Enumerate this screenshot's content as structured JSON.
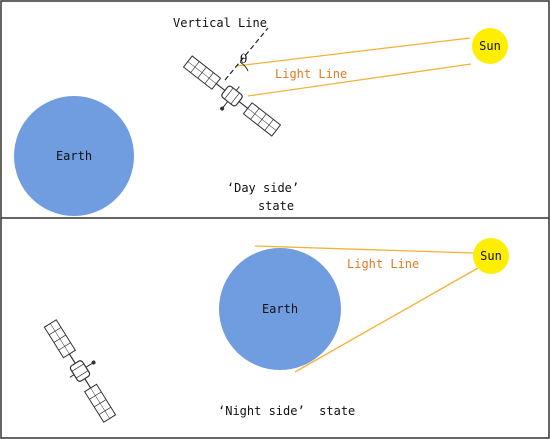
{
  "top_panel": {
    "vertical_line_label": "Vertical Line",
    "angle_label": "θ",
    "light_line_label": "Light Line",
    "sun_label": "Sun",
    "earth_label": "Earth",
    "state_label_line1": "‘Day side’",
    "state_label_line2": "state"
  },
  "bottom_panel": {
    "light_line_label": "Light Line",
    "sun_label": "Sun",
    "earth_label": "Earth",
    "state_label": "‘Night side’  state"
  },
  "colors": {
    "earth": "#6f9de0",
    "sun": "#ffee00",
    "light_line": "#f2b233",
    "light_label": "#e07a24",
    "frame": "#333333",
    "panel_divider": "#333333",
    "satellite": "#333333"
  },
  "icons": {
    "satellite_top": "satellite-icon",
    "satellite_bottom": "satellite-icon"
  }
}
